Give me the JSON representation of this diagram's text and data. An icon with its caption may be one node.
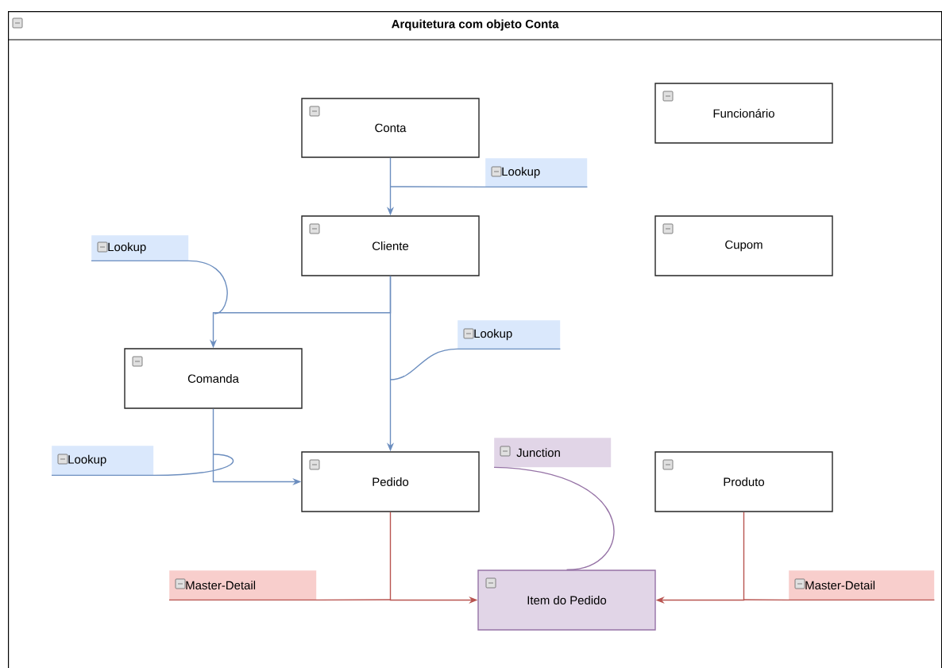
{
  "diagram": {
    "nodes": [
      {
        "text": [
          "Arquitetura com objeto Conta"
        ]
      },
      {
        "text": [
          "Conta"
        ],
        "in": 0
      },
      {
        "text": [
          "Funcionário"
        ],
        "in": 0
      },
      {
        "text": [
          "Lookup"
        ],
        "in": 0
      },
      {
        "text": [
          "Cliente"
        ],
        "in": 0
      },
      {
        "text": [
          "Cupom"
        ],
        "in": 0
      },
      {
        "text": [
          "Lookup"
        ],
        "in": 0
      },
      {
        "text": [
          "Lookup"
        ],
        "in": 0
      },
      {
        "text": [
          "Comanda"
        ],
        "in": 0
      },
      {
        "text": [
          "Lookup"
        ],
        "in": 0
      },
      {
        "text": [
          "Junction"
        ],
        "in": 0
      },
      {
        "text": [
          "Pedido"
        ],
        "in": 0
      },
      {
        "text": [
          "Produto"
        ],
        "in": 0
      },
      {
        "text": [
          "Master-Detail"
        ],
        "in": 0
      },
      {
        "text": [
          "Item do Pedido"
        ],
        "in": 0
      },
      {
        "text": [
          "Master-Detail"
        ],
        "in": 0
      }
    ],
    "edges": [
      {
        "from": 1,
        "to": 4,
        "arrow": "to"
      },
      {
        "from": 4,
        "to": 8,
        "arrow": "to"
      },
      {
        "from": 4,
        "to": 11,
        "arrow": "to"
      },
      {
        "from": 8,
        "to": 11,
        "arrow": "to"
      },
      {
        "from": 11,
        "to": 14,
        "arrow": "to",
        "color": "#b85450"
      },
      {
        "from": 12,
        "to": 14,
        "arrow": "to",
        "color": "#b85450"
      },
      {
        "from": 3,
        "to": null,
        "arrow": "none"
      },
      {
        "from": 6,
        "to": null,
        "arrow": "none"
      },
      {
        "from": 7,
        "to": null,
        "arrow": "none"
      },
      {
        "from": 9,
        "to": null,
        "arrow": "none"
      },
      {
        "from": 10,
        "to": 14,
        "arrow": "none",
        "color": "#9673a6"
      },
      {
        "from": 13,
        "to": null,
        "arrow": "none",
        "color": "#b85450"
      },
      {
        "from": 15,
        "to": null,
        "arrow": "none",
        "color": "#b85450"
      }
    ]
  }
}
